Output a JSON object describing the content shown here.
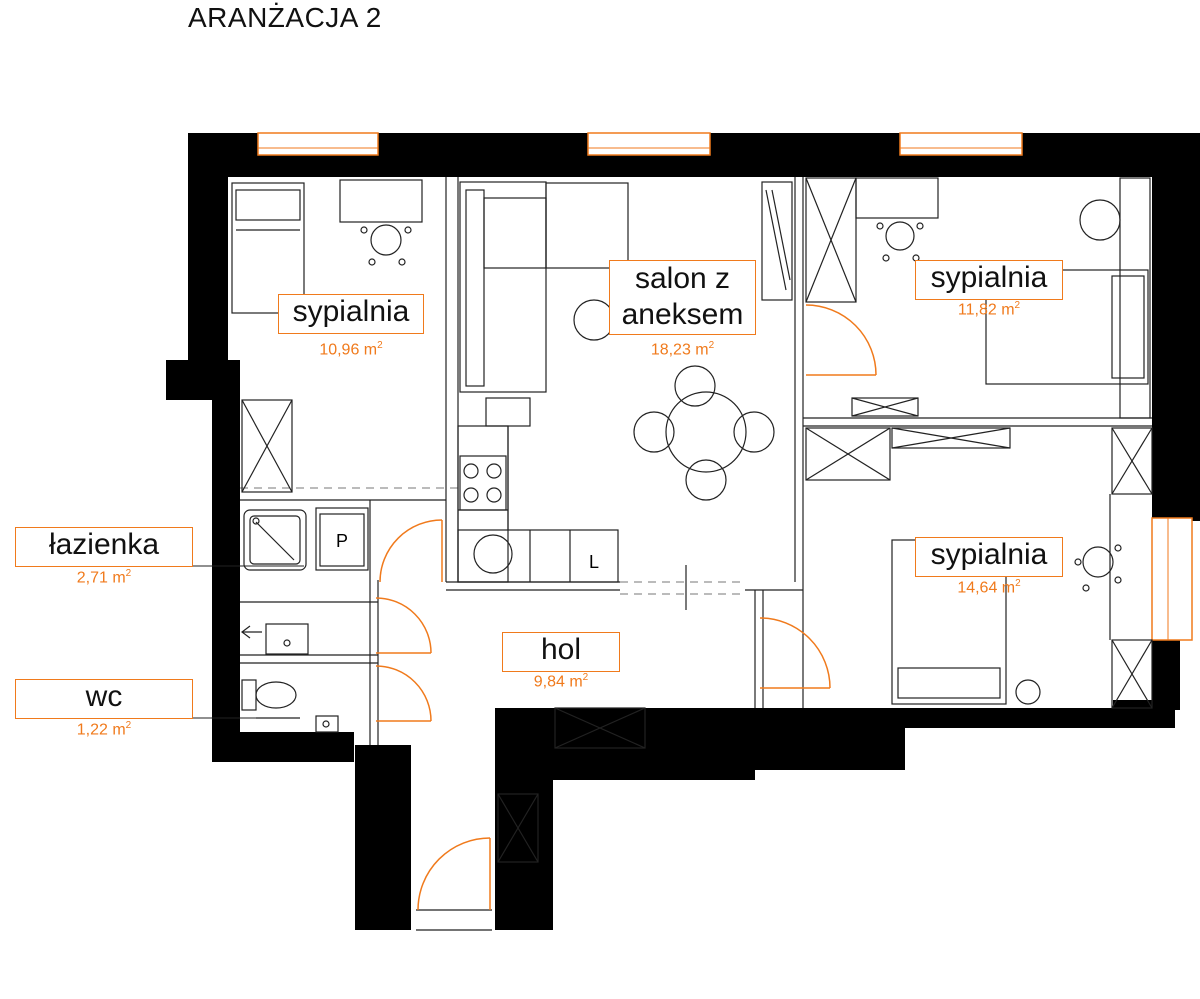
{
  "title": "ARANŻACJA 2",
  "rooms": {
    "bedroom1": {
      "name": "sypialnia",
      "area": "10,96 m"
    },
    "living": {
      "name_line1": "salon z",
      "name_line2": "aneksem",
      "area": "18,23 m"
    },
    "bedroom2": {
      "name": "sypialnia",
      "area": "11,82 m"
    },
    "bedroom3": {
      "name": "sypialnia",
      "area": "14,64 m"
    },
    "bathroom": {
      "name": "łazienka",
      "area": "2,71 m"
    },
    "wc": {
      "name": "wc",
      "area": "1,22 m"
    },
    "hall": {
      "name": "hol",
      "area": "9,84 m"
    }
  },
  "area_unit_exponent": "2",
  "fixtures": {
    "p_label": "P",
    "l_label": "L"
  },
  "colors": {
    "wall": "#000000",
    "accent": "#f07a1c",
    "line": "#222222"
  }
}
